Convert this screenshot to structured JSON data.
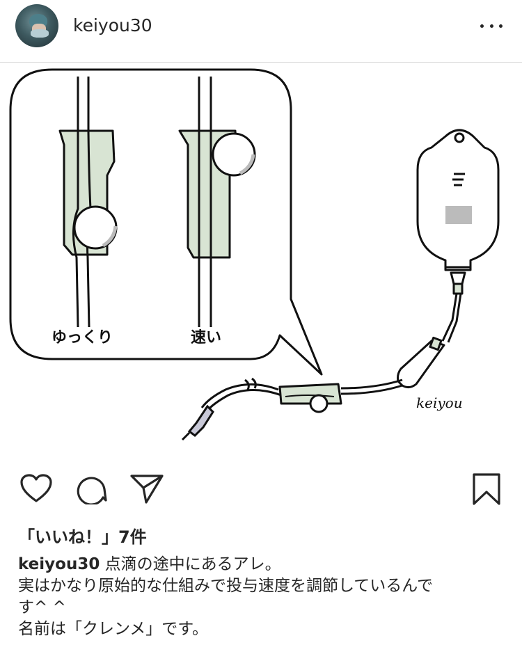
{
  "post": {
    "username": "keiyou30",
    "likes_label": "「いいね！」7件",
    "caption": {
      "username": "keiyou30",
      "line1": "点滴の途中にあるアレ。",
      "line2": "実はかなり原始的な仕組みで投与速度を調節しているんで",
      "line3": "す^ ^",
      "line4": "名前は「クレンメ」です。"
    }
  },
  "illustration": {
    "label_slow": "ゆっくり",
    "label_fast": "速い",
    "signature": "keiyou"
  },
  "icons": {
    "more": "more-options-icon",
    "like": "heart-icon",
    "comment": "comment-bubble-icon",
    "share": "paper-plane-icon",
    "save": "bookmark-icon"
  },
  "colors": {
    "text": "#262626",
    "divider": "#dbdbdb",
    "illustration_fill": "#d8e4d3"
  }
}
